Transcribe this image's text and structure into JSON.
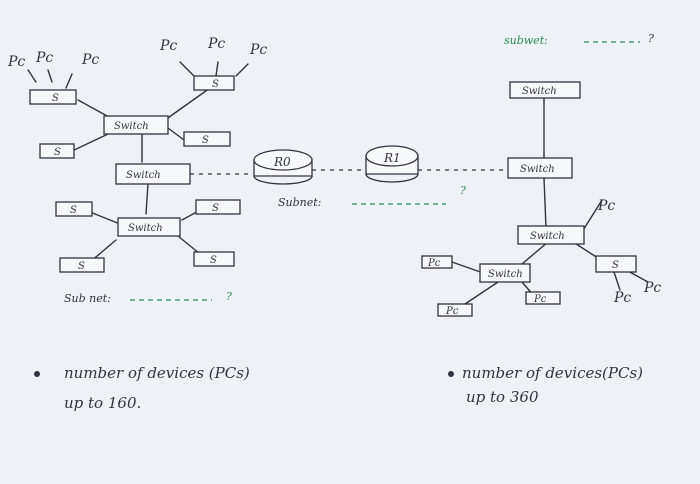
{
  "labels": {
    "pc": "Pc",
    "pc_lower": "Pc",
    "switch_l": "Switch",
    "switch_s": "S",
    "router0": "R0",
    "router1": "R1",
    "subnet_left": "Sub net: ",
    "subnet_mid": "Subnet:",
    "subnet_right": "subwet:",
    "question": "?",
    "left_bullet_line1": "number of devices (PCs)",
    "left_bullet_line2": "up to 160.",
    "right_bullet_line1": "number of devices(PCs)",
    "right_bullet_line2": "up to 360"
  }
}
